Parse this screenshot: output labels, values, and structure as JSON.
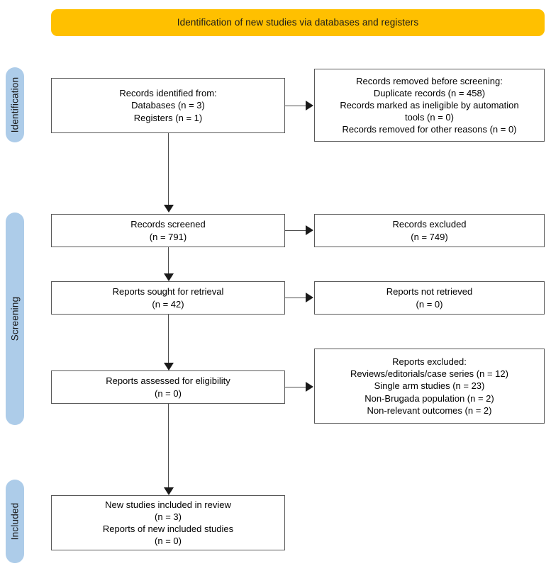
{
  "header": {
    "title": "Identification of new studies via databases and registers",
    "background_color": "#FFC000"
  },
  "stages": {
    "pill_color": "#ADCCE9",
    "items": [
      {
        "id": "identification",
        "label": "Identification"
      },
      {
        "id": "screening",
        "label": "Screening"
      },
      {
        "id": "included",
        "label": "Included"
      }
    ]
  },
  "boxes": {
    "records_identified": {
      "text": "Records identified from:\nDatabases (n = 3)\nRegisters (n = 1)"
    },
    "records_removed": {
      "text": "Records removed before screening:\nDuplicate records (n = 458)\nRecords marked as ineligible by automation\ntools (n = 0)\nRecords removed for other reasons (n = 0)"
    },
    "records_screened": {
      "text": "Records screened\n(n = 791)"
    },
    "records_excluded": {
      "text": "Records excluded\n(n = 749)"
    },
    "reports_sought": {
      "text": "Reports sought for retrieval\n(n = 42)"
    },
    "reports_not_retrieved": {
      "text": "Reports not retrieved\n(n = 0)"
    },
    "reports_assessed": {
      "text": "Reports assessed for eligibility\n(n = 0)"
    },
    "reports_excluded": {
      "text": "Reports excluded:\nReviews/editorials/case series (n = 12)\nSingle arm studies (n = 23)\nNon-Brugada population (n = 2)\nNon-relevant outcomes (n = 2)"
    },
    "new_studies_included": {
      "text": "New studies included in review\n(n = 3)\nReports of new included studies\n(n = 0)"
    }
  },
  "chart_data": {
    "type": "diagram",
    "title": "Identification of new studies via databases and registers",
    "flow": [
      {
        "stage": "Identification",
        "node": "Records identified from",
        "databases": 3,
        "registers": 1
      },
      {
        "stage": "Identification",
        "node": "Records removed before screening",
        "duplicate_records": 458,
        "ineligible_by_automation_tools": 0,
        "removed_other_reasons": 0
      },
      {
        "stage": "Screening",
        "node": "Records screened",
        "n": 791
      },
      {
        "stage": "Screening",
        "node": "Records excluded",
        "n": 749
      },
      {
        "stage": "Screening",
        "node": "Reports sought for retrieval",
        "n": 42
      },
      {
        "stage": "Screening",
        "node": "Reports not retrieved",
        "n": 0
      },
      {
        "stage": "Screening",
        "node": "Reports assessed for eligibility",
        "n": 0
      },
      {
        "stage": "Screening",
        "node": "Reports excluded",
        "reviews_editorials_case_series": 12,
        "single_arm_studies": 23,
        "non_brugada_population": 2,
        "non_relevant_outcomes": 2
      },
      {
        "stage": "Included",
        "node": "New studies included in review",
        "n": 3
      },
      {
        "stage": "Included",
        "node": "Reports of new included studies",
        "n": 0
      }
    ]
  }
}
